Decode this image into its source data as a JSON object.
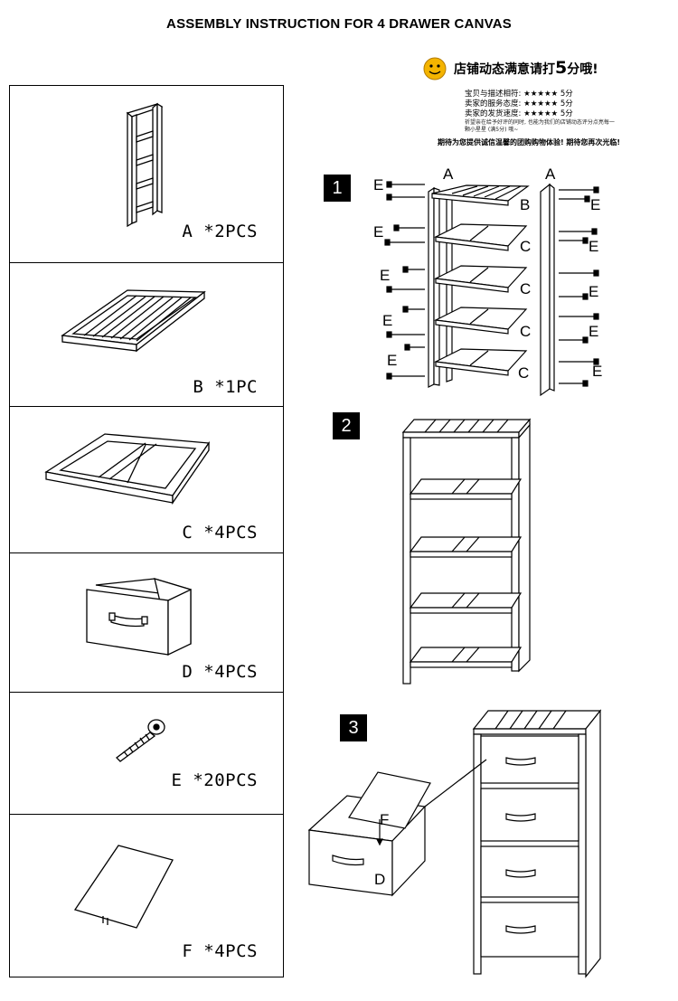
{
  "title": "ASSEMBLY INSTRUCTION FOR 4 DRAWER CANVAS",
  "parts": [
    {
      "label": "A *2PCS",
      "icon": "side-frame-icon"
    },
    {
      "label": "B *1PC",
      "icon": "top-panel-icon"
    },
    {
      "label": "C *4PCS",
      "icon": "shelf-frame-icon"
    },
    {
      "label": "D *4PCS",
      "icon": "canvas-drawer-icon"
    },
    {
      "label": "E *20PCS",
      "icon": "screw-icon"
    },
    {
      "label": "F *4PCS",
      "icon": "bottom-board-icon"
    }
  ],
  "promo": {
    "headline_pre": "店铺动态满意请打",
    "headline_num": "5",
    "headline_post": "分哦!",
    "ratings": [
      {
        "label": "宝贝与描述相符:",
        "stars": "★★★★★",
        "score": "5分"
      },
      {
        "label": "卖家的服务态度:",
        "stars": "★★★★★",
        "score": "5分"
      },
      {
        "label": "卖家的发货速度:",
        "stars": "★★★★★",
        "score": "5分"
      }
    ],
    "note": "祈望亲在给予好评的同时, 也能为我们的店铺动态评分点亮每一颗小星星 (满5分) 哦~",
    "footer": "期待为您提供诚信温馨的团购购物体验! 期待您再次光临!"
  },
  "steps": [
    {
      "number": "1"
    },
    {
      "number": "2"
    },
    {
      "number": "3"
    }
  ],
  "callouts": {
    "a": "A",
    "b": "B",
    "c": "C",
    "d": "D",
    "e": "E",
    "f": "F"
  }
}
